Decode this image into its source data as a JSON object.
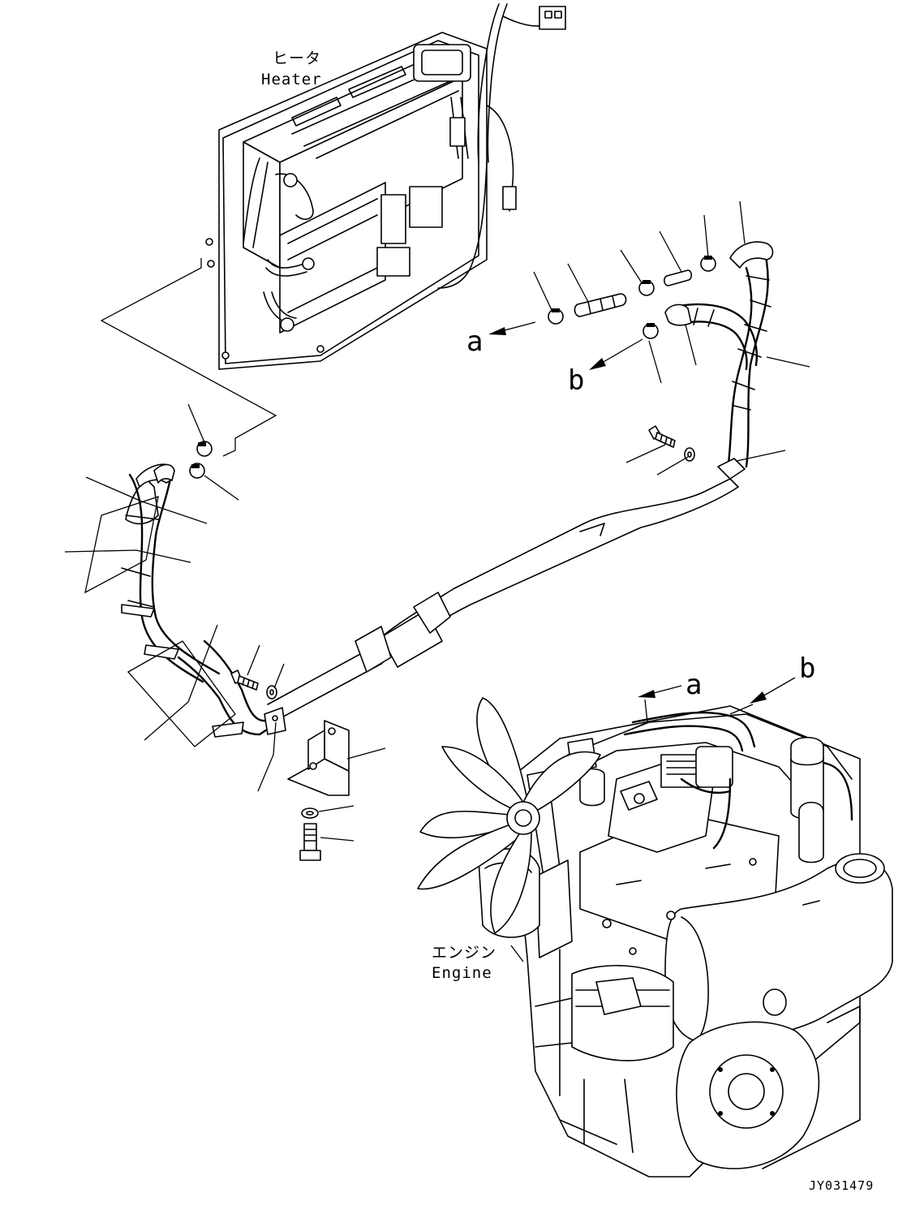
{
  "labels": {
    "heater_jp": "ヒータ",
    "heater_en": "Heater",
    "engine_jp": "エンジン",
    "engine_en": "Engine",
    "ref_a": "a",
    "ref_b": "b",
    "drawing_code": "JY031479"
  },
  "icons": {
    "arrow": "arrow-left-icon"
  }
}
